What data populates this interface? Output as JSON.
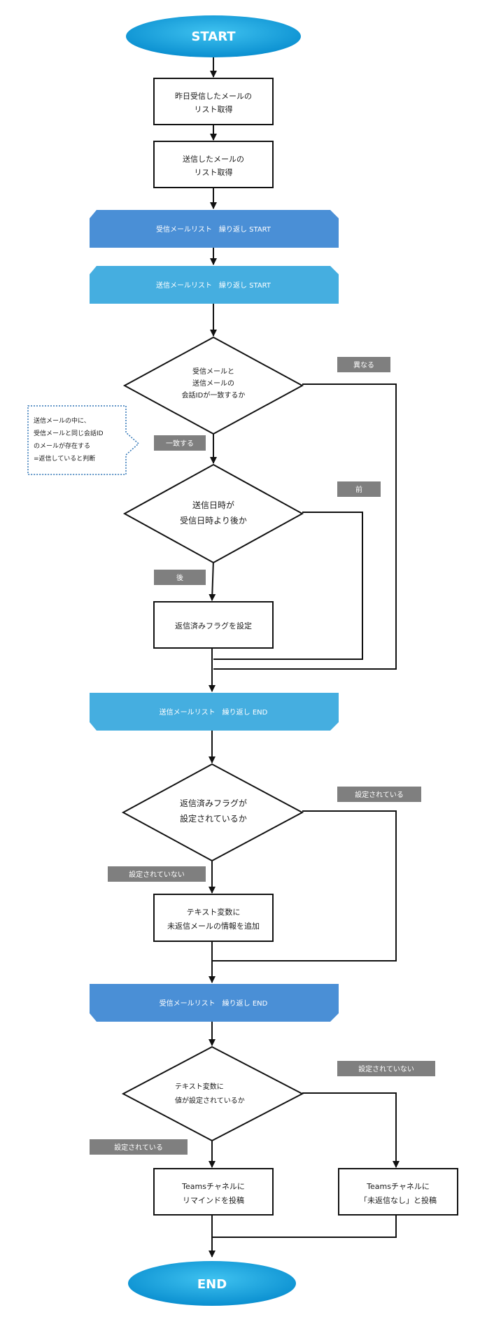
{
  "start": {
    "label": "START"
  },
  "end": {
    "label": "END"
  },
  "steps": {
    "get_received": [
      "昨日受信したメールの",
      "リスト取得"
    ],
    "get_sent": [
      "送信したメールの",
      "リスト取得"
    ],
    "set_flag": [
      "返信済みフラグを設定"
    ],
    "add_text": [
      "テキスト変数に",
      "未返信メールの情報を追加"
    ],
    "post_remind": [
      "Teamsチャネルに",
      "リマインドを投稿"
    ],
    "post_none": [
      "Teamsチャネルに",
      "「未返信なし」と投稿"
    ]
  },
  "loops": {
    "recv_start": "受信メールリスト　繰り返し START",
    "sent_start": "送信メールリスト　繰り返し START",
    "sent_end": "送信メールリスト　繰り返し END",
    "recv_end": "受信メールリスト　繰り返し END"
  },
  "decisions": {
    "conv_match": [
      "受信メールと",
      "送信メールの",
      "会話IDが一致するか"
    ],
    "date_compare": [
      "送信日時が",
      "受信日時より後か"
    ],
    "flag_set": [
      "返信済みフラグが",
      "設定されているか"
    ],
    "text_set": [
      "テキスト変数に",
      "値が設定されているか"
    ]
  },
  "tags": {
    "differ": "異なる",
    "match": "一致する",
    "before": "前",
    "after": "後",
    "flag_yes": "設定されている",
    "flag_no": "設定されていない",
    "text_no": "設定されていない",
    "text_yes": "設定されている"
  },
  "note": [
    "送信メールの中に、",
    "受信メールと同じ会話ID",
    "のメールが存在する",
    "=返信していると判断"
  ],
  "colors": {
    "oval": "#0c9ad8",
    "loop_dark": "#4a8fd6",
    "loop_light": "#45aee0",
    "tag": "#7f7f7f",
    "note_border": "#2e74b5"
  }
}
